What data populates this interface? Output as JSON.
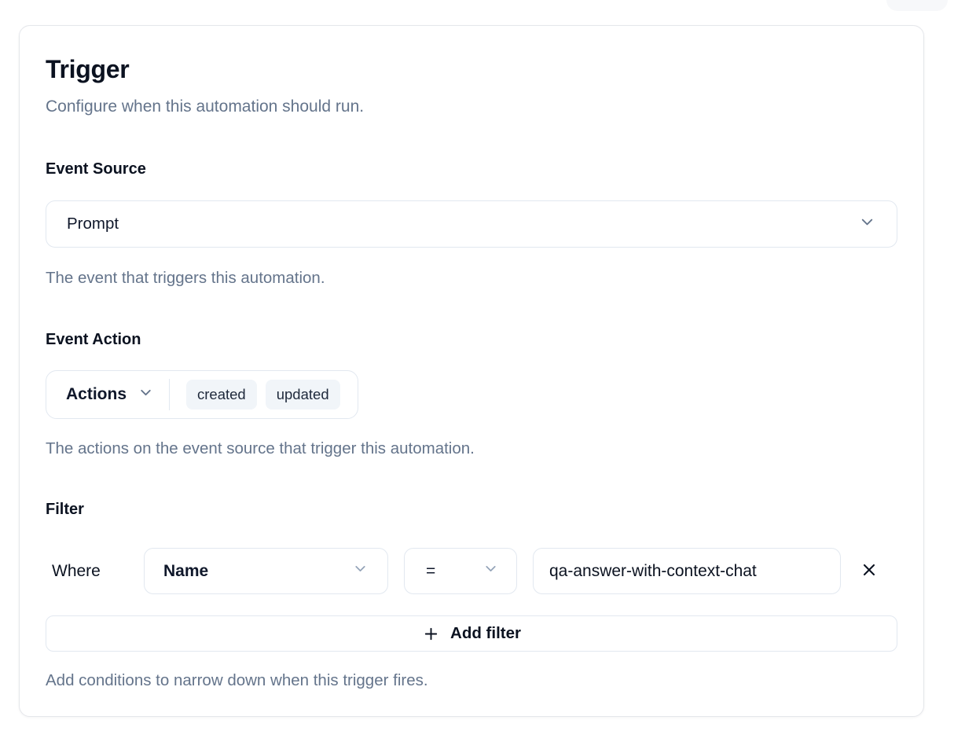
{
  "card": {
    "title": "Trigger",
    "subtitle": "Configure when this automation should run."
  },
  "event_source": {
    "label": "Event Source",
    "selected": "Prompt",
    "help": "The event that triggers this automation."
  },
  "event_action": {
    "label": "Event Action",
    "dropdown_label": "Actions",
    "selected_actions": [
      "created",
      "updated"
    ],
    "help": "The actions on the event source that trigger this automation."
  },
  "filter": {
    "label": "Filter",
    "where_label": "Where",
    "field_selected": "Name",
    "operator_selected": "=",
    "value": "qa-answer-with-context-chat",
    "add_button_label": "Add filter",
    "help": "Add conditions to narrow down when this trigger fires."
  },
  "colors": {
    "text_dark": "#0b1220",
    "text_muted": "#64748b",
    "border": "#e2e8f0",
    "chip_bg": "#f1f5f9",
    "icon_gray": "#64748b"
  }
}
